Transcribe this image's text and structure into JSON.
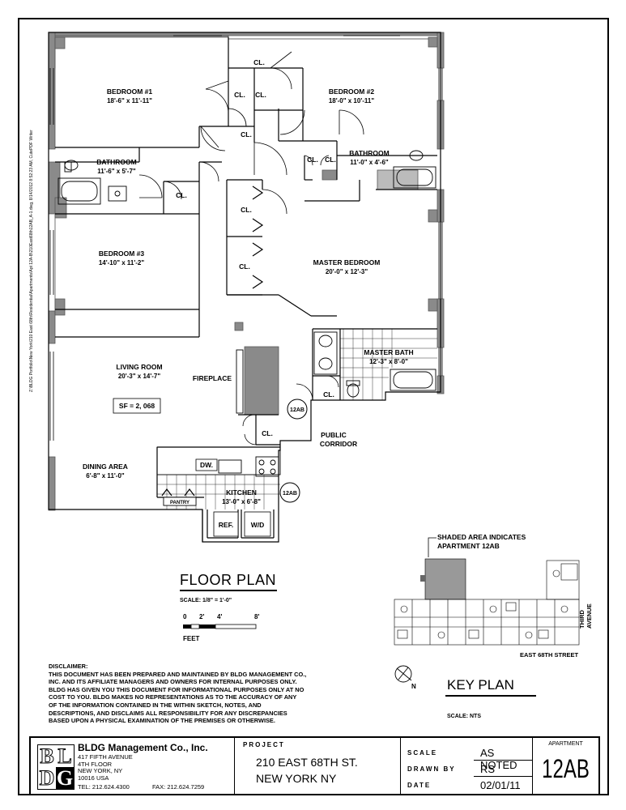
{
  "side_text": "Z:\\BLDG Portfolio\\New York\\210 East 68th\\Residential\\Apartments\\Apt 12A-B\\210East68th12AB_A-1.dwg, 8/14/2012 8:52:23 AM, CutePDF Writer",
  "rooms": {
    "bedroom1": {
      "name": "BEDROOM #1",
      "dim": "18'-6\" x 11'-11\""
    },
    "bedroom2": {
      "name": "BEDROOM #2",
      "dim": "18'-0\" x 10'-11\""
    },
    "bathroom1": {
      "name": "BATHROOM",
      "dim": "11'-6\" x 5'-7\""
    },
    "bathroom2": {
      "name": "BATHROOM",
      "dim": "11'-0\" x 4'-6\""
    },
    "bedroom3": {
      "name": "BEDROOM #3",
      "dim": "14'-10\" x 11'-2\""
    },
    "master_bedroom": {
      "name": "MASTER BEDROOM",
      "dim": "20'-0\" x 12'-3\""
    },
    "living_room": {
      "name": "LIVING ROOM",
      "dim": "20'-3\" x 14'-7\""
    },
    "master_bath": {
      "name": "MASTER BATH",
      "dim": "12'-3\" x 8'-0\""
    },
    "dining": {
      "name": "DINING AREA",
      "dim": "6'-8\" x 11'-0\""
    },
    "kitchen": {
      "name": "KITCHEN",
      "dim": "13'-0\" x 6'-8\""
    }
  },
  "labels": {
    "closet": "CL.",
    "fireplace": "FIREPLACE",
    "sf": "SF = 2, 068",
    "corridor_line1": "PUBLIC",
    "corridor_line2": "CORRIDOR",
    "dw": "DW.",
    "pantry": "PANTRY",
    "ref": "REF.",
    "wd": "W/D",
    "unit_tag": "12AB"
  },
  "floor_plan": {
    "title": "FLOOR PLAN",
    "scale": "SCALE: 1/8\" = 1'-0\"",
    "ticks": [
      "0",
      "2'",
      "4'",
      "8'"
    ],
    "unit": "FEET"
  },
  "key_plan": {
    "note_line1": "SHADED AREA INDICATES",
    "note_line2": "APARTMENT 12AB",
    "street_bottom": "EAST 68TH STREET",
    "street_side": "THIRD AVENUE",
    "north": "N",
    "title": "KEY PLAN",
    "scale": "SCALE: NTS"
  },
  "disclaimer": {
    "heading": "DISCLAIMER:",
    "lines": [
      "THIS DOCUMENT HAS BEEN PREPARED AND MAINTAINED BY BLDG MANAGEMENT CO.,",
      "INC. AND ITS AFFILIATE MANAGERS AND OWNERS FOR INTERNAL PURPOSES ONLY.",
      "BLDG HAS GIVEN YOU THIS DOCUMENT FOR INFORMATIONAL PURPOSES ONLY AT NO",
      "COST TO YOU.  BLDG MAKES NO REPRESENTATIONS AS TO THE ACCURACY OF ANY",
      "OF THE INFORMATION CONTAINED IN THE WITHIN SKETCH, NOTES, AND",
      "DESCRIPTIONS, AND DISCLAIMS ALL RESPONSIBILITY FOR ANY DISCREPANCIES",
      "BASED UPON A PHYSICAL EXAMINATION OF THE PREMISES OR OTHERWISE."
    ]
  },
  "title_block": {
    "logo_letters": [
      "B",
      "L",
      "D",
      "G"
    ],
    "company": "BLDG Management Co., Inc.",
    "address": [
      "417 FIFTH AVENUE",
      "4TH FLOOR",
      "NEW YORK, NY",
      "10016 USA"
    ],
    "tel": "TEL: 212.624.4300",
    "fax": "FAX: 212.624.7259",
    "project_label": "PROJECT",
    "project_line1": "210 EAST 68TH ST.",
    "project_line2": "NEW YORK NY",
    "scale_label": "SCALE",
    "scale_value": "AS NOTED",
    "drawn_label": "DRAWN BY",
    "drawn_value": "RS",
    "date_label": "DATE",
    "date_value": "02/01/11",
    "apartment_label": "APARTMENT",
    "apartment_value": "12AB"
  }
}
